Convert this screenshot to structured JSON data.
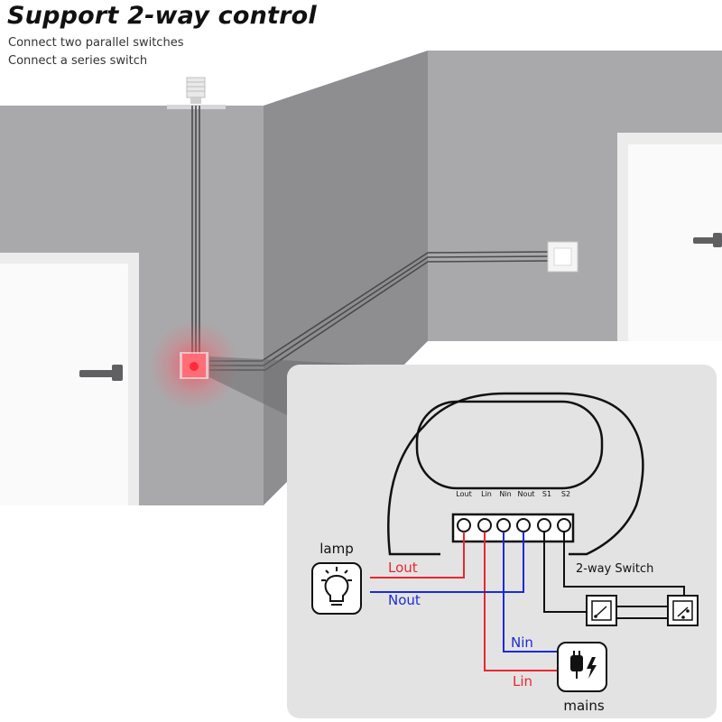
{
  "header": {
    "title": "Support 2-way control",
    "lines": [
      "Connect two parallel switches",
      "Connect a series switch"
    ]
  },
  "terminals": [
    "Lout",
    "Lin",
    "Nin",
    "Nout",
    "S1",
    "S2"
  ],
  "wires": {
    "lout": "Lout",
    "nout": "Nout",
    "nin": "Nin",
    "lin": "Lin"
  },
  "labels": {
    "lamp": "lamp",
    "mains": "mains",
    "switch": "2-way Switch"
  },
  "colors": {
    "wall_light": "#a9a9ab",
    "wall_dark": "#8e8e90",
    "panel": "#e4e3e4",
    "live_wire": "#e8282f",
    "neutral_wire": "#1b2bd6",
    "device_glow": "#ff3b4b"
  }
}
